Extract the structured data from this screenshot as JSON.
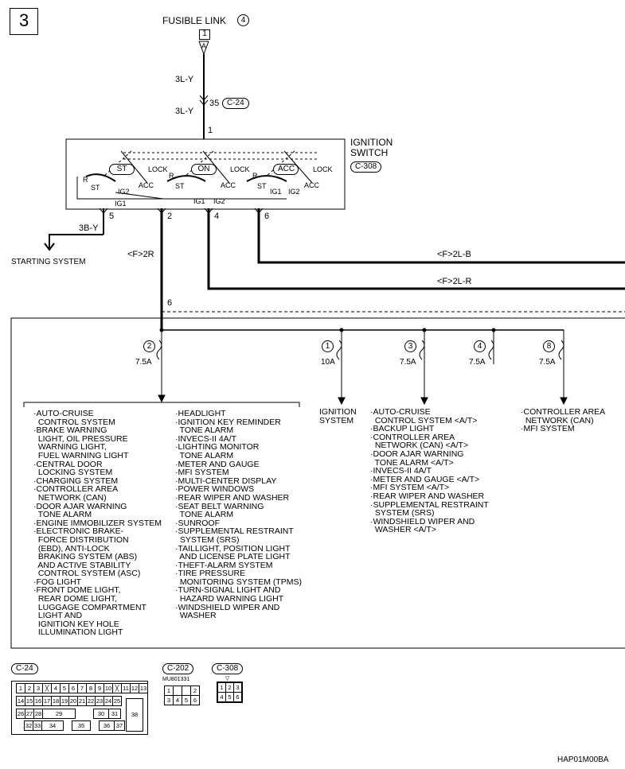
{
  "page_number": "3",
  "fusible_link": {
    "label": "FUSIBLE LINK",
    "number": "4",
    "terminal": "1",
    "terminal_letter": "A"
  },
  "wire_3ly": "3L-Y",
  "wire_3ly_2": "3L-Y",
  "c24_pin": "35",
  "c24_label": "C-24",
  "node_1": "1",
  "ignition_switch": {
    "line1": "IGNITION",
    "line2": "SWITCH",
    "connector": "C-308"
  },
  "switch_labels": {
    "st": "ST",
    "on": "ON",
    "acc": "ACC",
    "lock1": "LOCK",
    "lock2": "LOCK",
    "lock3": "LOCK",
    "r1": "R",
    "st1": "ST",
    "acc1": "ACC",
    "ig2_1": "IG2",
    "ig1_1": "IG1",
    "r2": "R",
    "st2": "ST",
    "acc2": "ACC",
    "ig1_2": "IG1",
    "ig2_2": "IG2",
    "r3": "R",
    "st3": "ST",
    "acc3": "ACC",
    "ig1_3": "IG1",
    "ig2_3": "IG2"
  },
  "pins": {
    "p5": "5",
    "p2": "2",
    "p4": "4",
    "p6": "6"
  },
  "wire_3by": "3B-Y",
  "starting_system": "STARTING SYSTEM",
  "wire_f2r": "<F>2R",
  "wire_f2lb": "<F>2L-B",
  "wire_f2lr": "<F>2L-R",
  "junction_6": "6",
  "fuses": [
    {
      "num": "2",
      "amp": "7.5A"
    },
    {
      "num": "1",
      "amp": "10A"
    },
    {
      "num": "3",
      "amp": "7.5A"
    },
    {
      "num": "4",
      "amp": "7.5A"
    },
    {
      "num": "8",
      "amp": "7.5A"
    }
  ],
  "list_col1": "·AUTO-CRUISE\n  CONTROL SYSTEM\n·BRAKE WARNING\n  LIGHT, OIL PRESSURE\n  WARNING LIGHT,\n  FUEL WARNING LIGHT\n·CENTRAL DOOR\n  LOCKING SYSTEM\n·CHARGING SYSTEM\n·CONTROLLER AREA\n  NETWORK (CAN)\n·DOOR AJAR WARNING\n  TONE ALARM\n·ENGINE IMMOBILIZER SYSTEM\n·ELECTRONIC BRAKE-\n  FORCE DISTRIBUTION\n  (EBD), ANTI-LOCK\n  BRAKING SYSTEM (ABS)\n  AND ACTIVE STABILITY\n  CONTROL SYSTEM (ASC)\n·FOG LIGHT\n·FRONT DOME LIGHT,\n  REAR DOME LIGHT,\n  LUGGAGE COMPARTMENT\n  LIGHT AND\n  IGNITION KEY HOLE\n  ILLUMINATION LIGHT",
  "list_col2": "·HEADLIGHT\n·IGNITION KEY REMINDER\n  TONE ALARM\n·INVECS-II 4A/T\n·LIGHTING MONITOR\n  TONE ALARM\n·METER AND GAUGE\n·MFI SYSTEM\n·MULTI-CENTER DISPLAY\n·POWER WINDOWS\n·REAR WIPER AND WASHER\n·SEAT BELT WARNING\n  TONE ALARM\n·SUNROOF\n·SUPPLEMENTAL RESTRAINT\n  SYSTEM (SRS)\n·TAILLIGHT, POSITION LIGHT\n  AND LICENSE PLATE LIGHT\n·THEFT-ALARM SYSTEM\n·TIRE PRESSURE\n  MONITORING SYSTEM (TPMS)\n·TURN-SIGNAL LIGHT AND\n  HAZARD WARNING LIGHT\n·WINDSHIELD WIPER AND\n  WASHER",
  "list_ignition": "IGNITION\nSYSTEM",
  "list_col3": "·AUTO-CRUISE\n  CONTROL SYSTEM <A/T>\n·BACKUP LIGHT\n·CONTROLLER AREA\n  NETWORK (CAN) <A/T>\n·DOOR AJAR WARNING\n  TONE ALARM <A/T>\n·INVECS-II 4A/T\n·METER AND GAUGE <A/T>\n·MFI SYSTEM <A/T>\n·REAR WIPER AND WASHER\n·SUPPLEMENTAL RESTRAINT\n  SYSTEM (SRS)\n·WINDSHIELD WIPER AND\n  WASHER <A/T>",
  "list_col4": "·CONTROLLER AREA\n  NETWORK (CAN)\n·MFI SYSTEM",
  "connectors": {
    "c24": "C-24",
    "c202": "C-202",
    "c202_part": "MU801331",
    "c308": "C-308"
  },
  "c24_rows": [
    [
      "1",
      "2",
      "3",
      "",
      "4",
      "5",
      "6",
      "7",
      "8",
      "9",
      "10",
      "",
      "11",
      "12",
      "13"
    ],
    [
      "14",
      "15",
      "16",
      "17",
      "18",
      "19",
      "20",
      "21",
      "22",
      "23",
      "24",
      "25"
    ],
    [
      "26",
      "27",
      "28",
      "29",
      "30",
      "31"
    ],
    [
      "32",
      "33",
      "34",
      "35",
      "36",
      "37",
      "38"
    ]
  ],
  "c202_pins": [
    "1",
    "2",
    "3",
    "4",
    "5",
    "6"
  ],
  "c308_pins": [
    "1",
    "2",
    "3",
    "4",
    "5",
    "6"
  ],
  "figure_code": "HAP01M00BA"
}
